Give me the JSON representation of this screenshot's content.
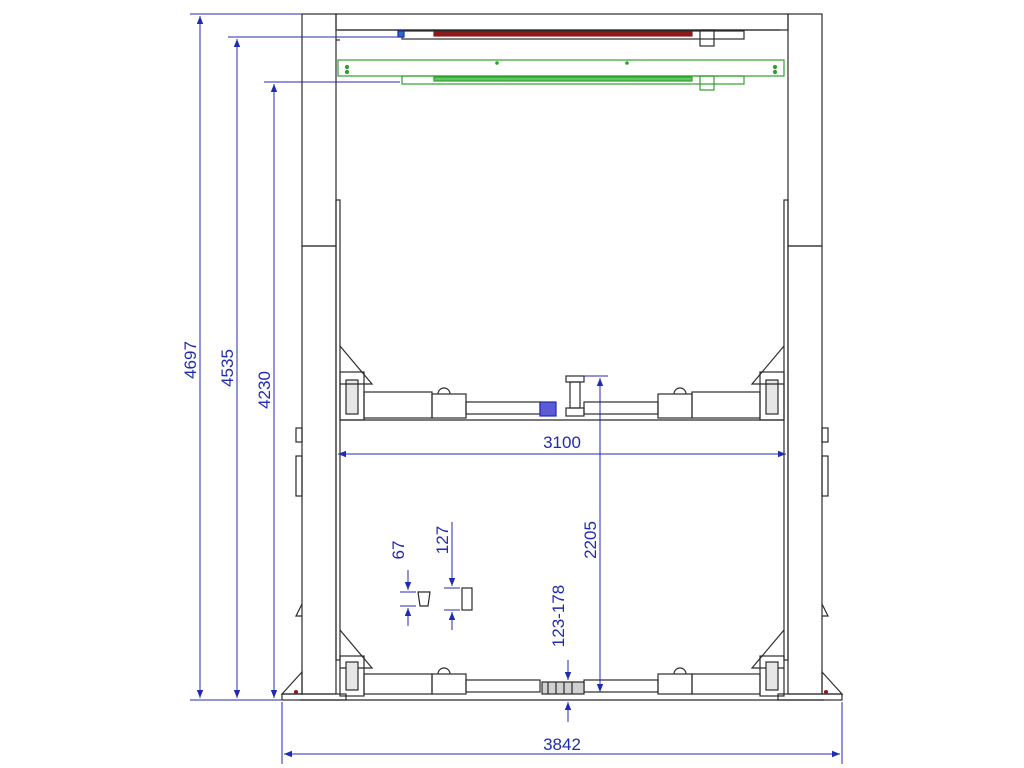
{
  "colors": {
    "outline": "#2b2b2b",
    "dimension": "#1f2bb0",
    "upper_bar": "#2ea02e",
    "red_detail": "#8b1a1a",
    "background": "#ffffff"
  },
  "dimensions": {
    "total_height": "4697",
    "height_to_upper_beam": "4535",
    "height_to_lower_beam": "4230",
    "inner_width": "3100",
    "max_lift_height": "2205",
    "min_pad_height": "123-178",
    "overall_width": "3842",
    "adapter_67": "67",
    "adapter_127": "127"
  }
}
